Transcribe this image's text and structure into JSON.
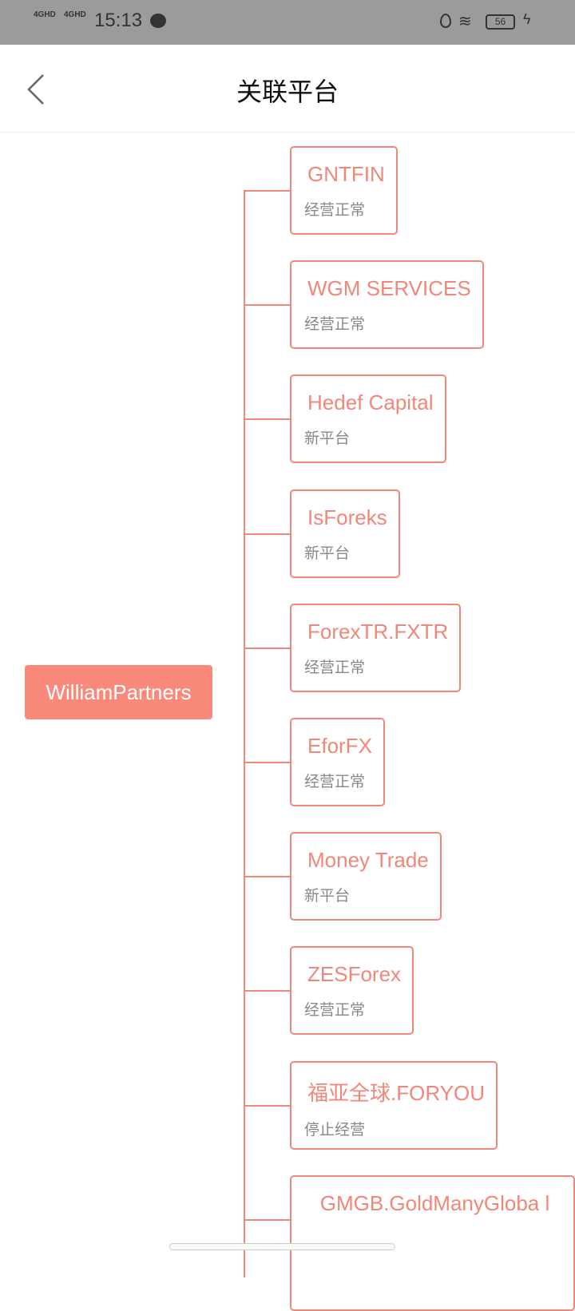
{
  "status_bar": {
    "network1": "4GHD",
    "network2": "4GHD",
    "time": "15:13",
    "battery": "56"
  },
  "header": {
    "title": "关联平台"
  },
  "root": {
    "label": "WilliamPartners"
  },
  "platforms": [
    {
      "name": "GNTFIN",
      "status": "经营正常"
    },
    {
      "name": "WGM SERVICES",
      "status": "经营正常"
    },
    {
      "name": "Hedef Capital",
      "status": "新平台"
    },
    {
      "name": "IsForeks",
      "status": "新平台"
    },
    {
      "name": "ForexTR.FXTR",
      "status": "经营正常"
    },
    {
      "name": "EforFX",
      "status": "经营正常"
    },
    {
      "name": "Money Trade",
      "status": "新平台"
    },
    {
      "name": "ZESForex",
      "status": "经营正常"
    },
    {
      "name": "福亚全球.FORYOU",
      "status": "停止经营"
    },
    {
      "name": "GMGB.GoldManyGloba l",
      "status": ""
    }
  ],
  "colors": {
    "accent": "#f0887a",
    "root_fill": "#f98a7b"
  }
}
